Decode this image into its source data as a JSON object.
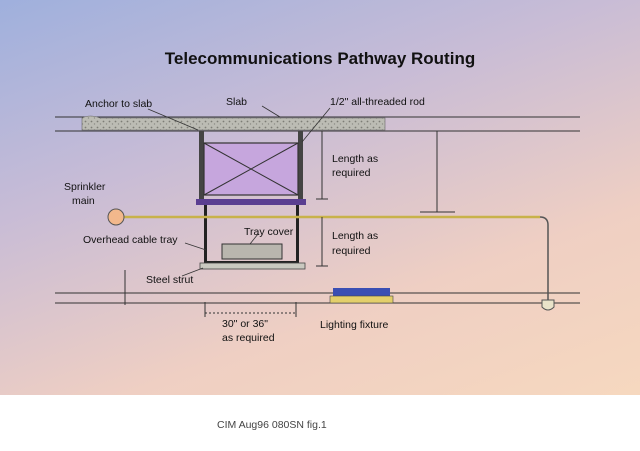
{
  "title": "Telecommunications Pathway Routing",
  "labels": {
    "anchor": "Anchor to slab",
    "slab": "Slab",
    "rod": "1/2\" all-threaded rod",
    "length1_line1": "Length as",
    "length1_line2": "required",
    "sprinkler_line1": "Sprinkler",
    "sprinkler_line2": "main",
    "tray": "Overhead cable tray",
    "tray_cover": "Tray cover",
    "length2_line1": "Length as",
    "length2_line2": "required",
    "strut": "Steel strut",
    "width_line1": "30\" or 36\"",
    "width_line2": "as required",
    "lighting": "Lighting fixture"
  },
  "caption": "CIM Aug96 080SN fig.1",
  "colors": {
    "slab": "#b9b9b1",
    "box_fill": "#c6a6dd",
    "purple_bar": "#5a3e91",
    "pipe": "#c8b24a",
    "fixture_blue": "#3a4fb3",
    "fixture_yellow": "#e3cf6b"
  }
}
